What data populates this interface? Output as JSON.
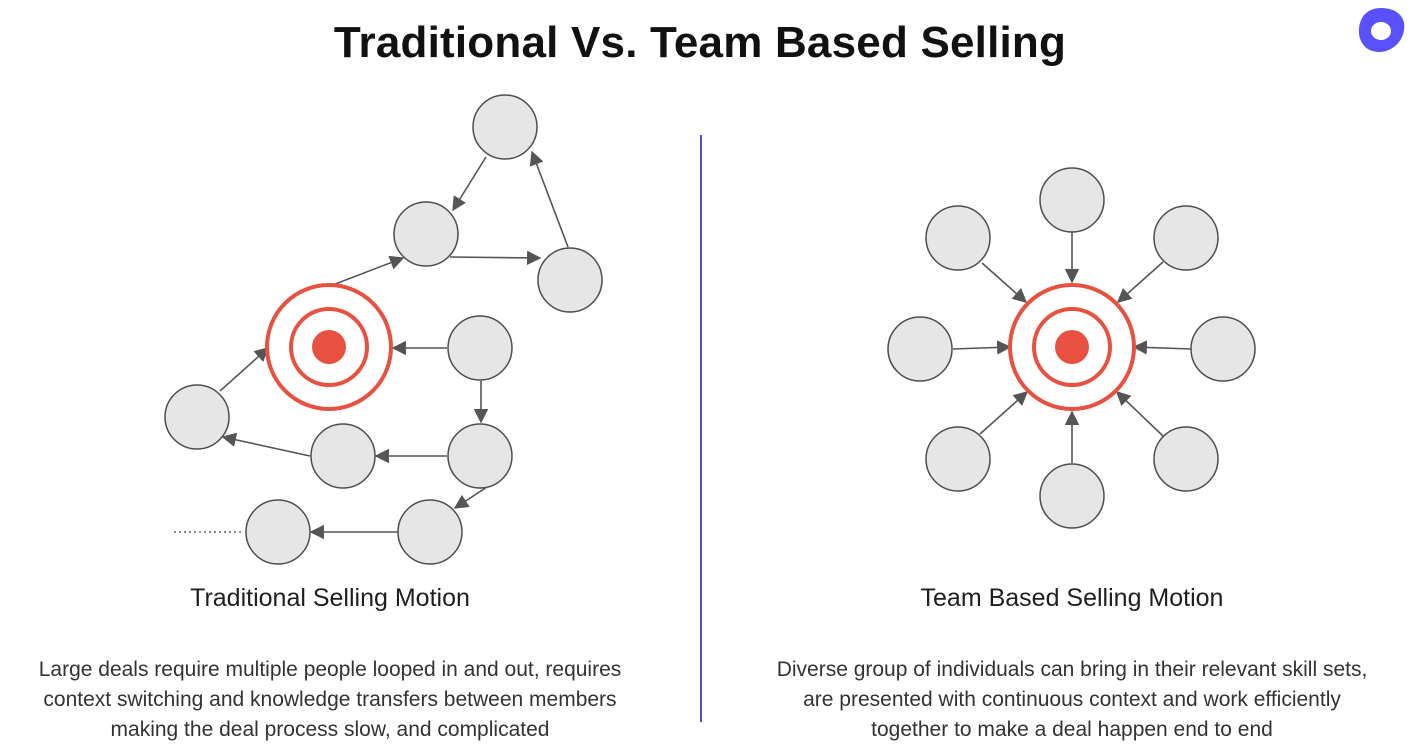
{
  "title": "Traditional Vs. Team Based Selling",
  "logo_icon": "outreach-logo-icon",
  "colors": {
    "accent_target": "#e8503f",
    "divider": "#1f2aa8",
    "logo": "#5951ff",
    "node_fill": "#e6e6e6"
  },
  "left": {
    "subtitle": "Traditional Selling Motion",
    "description_lines": [
      "Large deals require multiple people looped in and out, requires",
      "context switching and knowledge transfers between members",
      "making the deal process slow,  and complicated"
    ]
  },
  "right": {
    "subtitle": "Team Based Selling Motion",
    "description_lines": [
      "Diverse group of individuals can bring in their relevant skill sets,",
      "are presented with continuous context and work efficiently",
      "together to make a deal happen end to end"
    ]
  }
}
